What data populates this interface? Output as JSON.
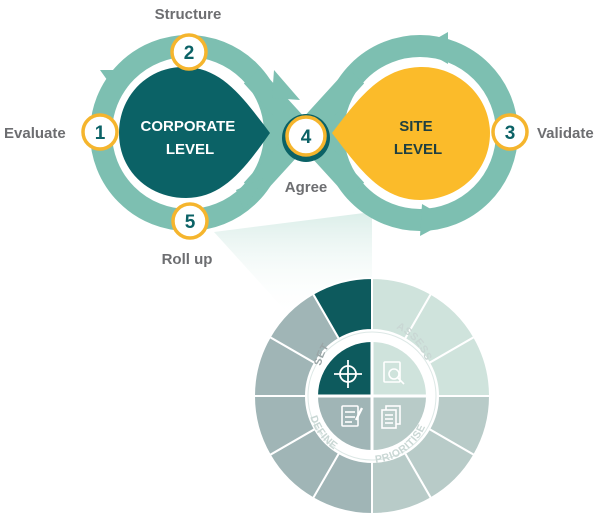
{
  "colors": {
    "teal_dark": "#0b6266",
    "teal_loop": "#7dbfb1",
    "yellow": "#fbbb2a",
    "circle_border": "#f5b52d",
    "label_gray": "#6d6e71",
    "set_segment": "#0d5a5d",
    "assess_segment": "#cfe3dc",
    "prioritise_segment": "#b8cbc8",
    "define_segment": "#a0b5b6",
    "ring_white": "#ffffff"
  },
  "loop": {
    "corporate_level": {
      "line1": "CORPORATE",
      "line2": "LEVEL"
    },
    "site_level": {
      "line1": "SITE",
      "line2": "LEVEL"
    }
  },
  "steps": [
    {
      "number": "1",
      "label": "Evaluate"
    },
    {
      "number": "2",
      "label": "Structure"
    },
    {
      "number": "3",
      "label": "Validate"
    },
    {
      "number": "4",
      "label": "Agree"
    },
    {
      "number": "5",
      "label": "Roll up"
    }
  ],
  "wheel": {
    "quadrants": [
      {
        "label": "SET",
        "icon": "crosshair-icon"
      },
      {
        "label": "ASSESS",
        "icon": "magnifier-document-icon"
      },
      {
        "label": "PRIORITISE",
        "icon": "documents-stack-icon"
      },
      {
        "label": "DEFINE",
        "icon": "checklist-icon"
      }
    ]
  }
}
